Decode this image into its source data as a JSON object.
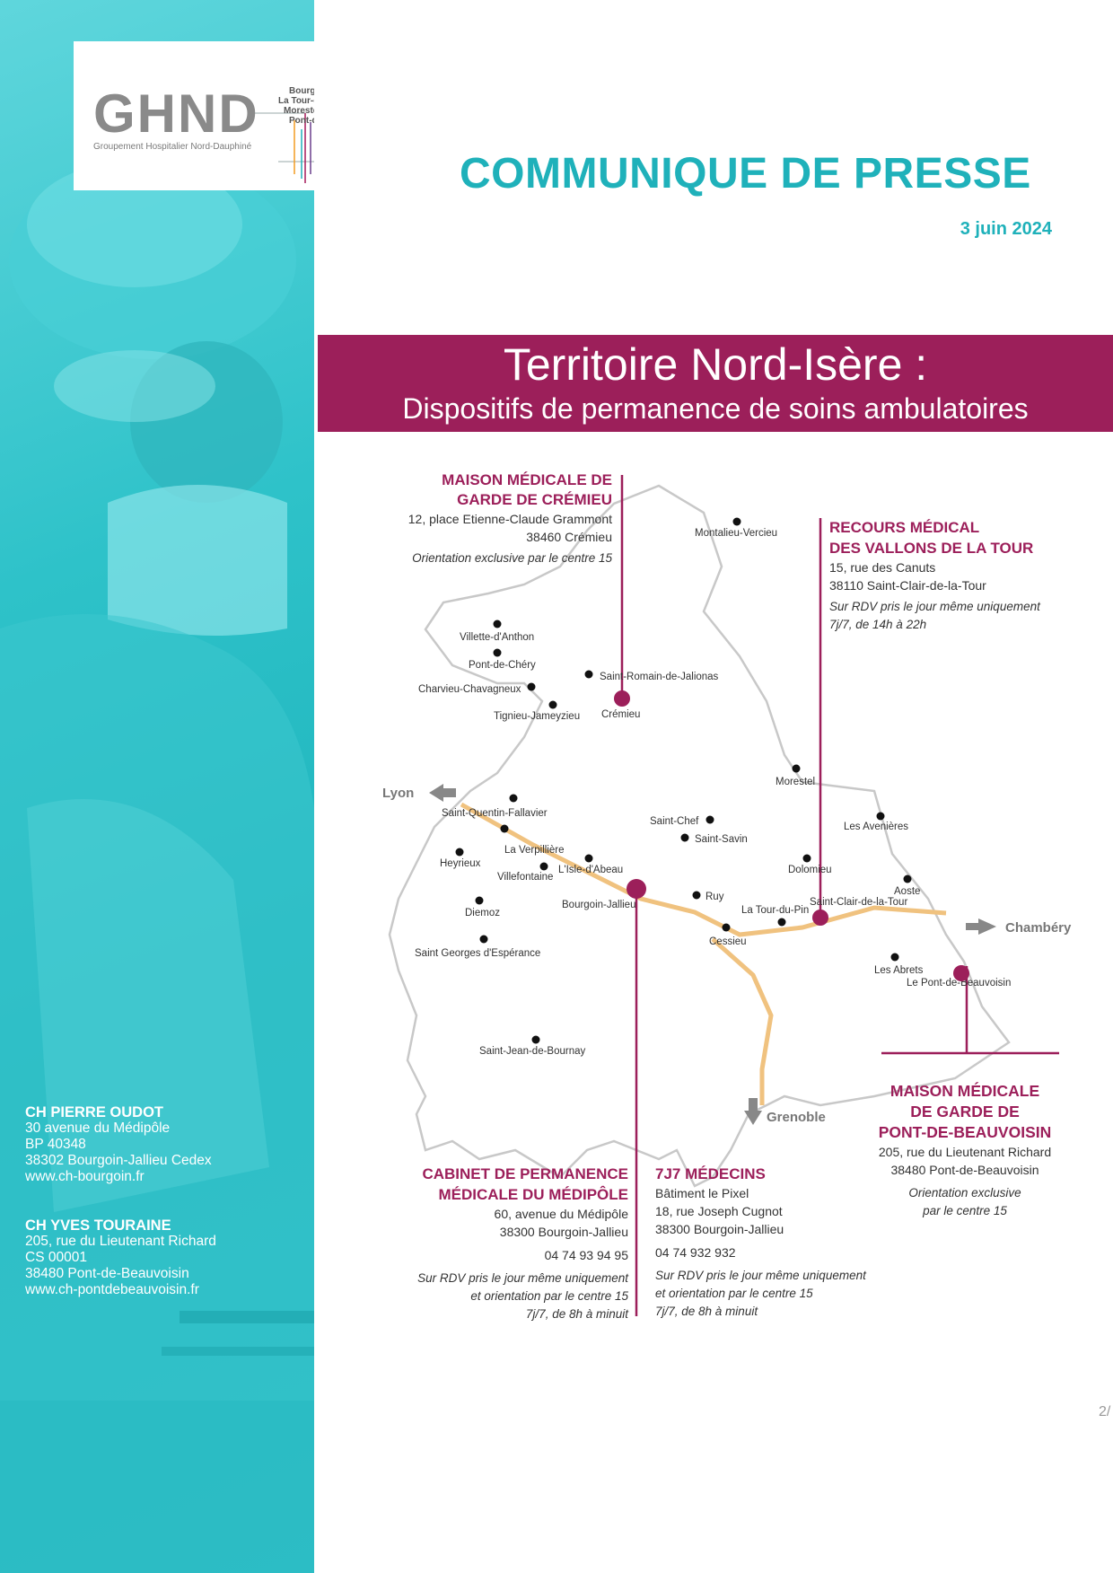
{
  "logo": {
    "name": "GHND",
    "subtitle": "Groupement Hospitalier Nord-Dauphiné",
    "sites": [
      "Bourgoin-Jallieu",
      "La Tour-du-Pin",
      "Morestel",
      "Pont-de-Beauvoisin"
    ]
  },
  "header": {
    "title": "COMMUNIQUE DE PRESSE",
    "date": "3 juin 2024"
  },
  "banner": {
    "title": "Territoire Nord-Isère :",
    "subtitle": "Dispositifs de permanence de soins ambulatoires"
  },
  "contacts": [
    {
      "name": "CH PIERRE OUDOT",
      "lines": [
        "30 avenue du Médipôle",
        "BP 40348",
        "38302 Bourgoin-Jallieu Cedex",
        "www.ch-bourgoin.fr"
      ]
    },
    {
      "name": "CH YVES TOURAINE",
      "lines": [
        "205, rue du Lieutenant Richard",
        "CS 00001",
        "38480 Pont-de-Beauvoisin",
        "www.ch-pontdebeauvoisin.fr"
      ]
    }
  ],
  "map": {
    "towns": [
      "Montalieu-Vercieu",
      "Villette-d'Anthon",
      "Pont-de-Chéry",
      "Saint-Romain-de-Jalionas",
      "Charvieu-Chavagneux",
      "Crémieu",
      "Tignieu-Jameyzieu",
      "Morestel",
      "Saint-Quentin-Fallavier",
      "Saint-Chef",
      "Les Avenières",
      "La Verpillière",
      "Saint-Savin",
      "Heyrieux",
      "Villefontaine",
      "L'Isle-d'Abeau",
      "Dolomieu",
      "Aoste",
      "Bourgoin-Jallieu",
      "Ruy",
      "La Tour-du-Pin",
      "Saint-Clair-de-la-Tour",
      "Diemoz",
      "Cessieu",
      "Saint Georges d'Espérance",
      "Les Abrets",
      "Le Pont-de-Beauvoisin",
      "Saint-Jean-de-Bournay"
    ],
    "directions": {
      "lyon": "Lyon",
      "chambery": "Chambéry",
      "grenoble": "Grenoble"
    },
    "accent_color": "#9c1f5a",
    "road_color": "#f0c27f"
  },
  "centres": [
    {
      "title": [
        "MAISON MÉDICALE DE",
        "GARDE DE CRÉMIEU"
      ],
      "address": [
        "12, place Etienne-Claude Grammont",
        "38460 Crémieu"
      ],
      "notes": [
        "Orientation exclusive par le centre 15"
      ]
    },
    {
      "title": [
        "RECOURS MÉDICAL",
        "DES VALLONS DE LA TOUR"
      ],
      "address": [
        "15, rue des Canuts",
        "38110 Saint-Clair-de-la-Tour"
      ],
      "notes": [
        "Sur RDV pris le jour même uniquement",
        "7j/7, de 14h à 22h"
      ]
    },
    {
      "title": [
        "MAISON MÉDICALE",
        "DE GARDE DE",
        "PONT-DE-BEAUVOISIN"
      ],
      "address": [
        "205, rue du Lieutenant Richard",
        "38480 Pont-de-Beauvoisin"
      ],
      "notes": [
        "Orientation exclusive",
        "par le centre 15"
      ]
    },
    {
      "title": [
        "CABINET DE PERMANENCE",
        "MÉDICALE DU MÉDIPÔLE"
      ],
      "address": [
        "60, avenue du Médipôle",
        "38300 Bourgoin-Jallieu"
      ],
      "phone": "04 74 93 94 95",
      "notes": [
        "Sur RDV pris le jour même uniquement",
        "et orientation par le centre 15",
        "7j/7, de 8h à minuit"
      ]
    },
    {
      "title": [
        "7J7 MÉDECINS"
      ],
      "address": [
        "Bâtiment le Pixel",
        "18, rue Joseph Cugnot",
        "38300 Bourgoin-Jallieu"
      ],
      "phone": "04 74 932 932",
      "notes": [
        "Sur RDV pris le jour même uniquement",
        "et orientation par le centre 15",
        "7j/7, de 8h à minuit"
      ]
    }
  ],
  "page_number": "2/"
}
